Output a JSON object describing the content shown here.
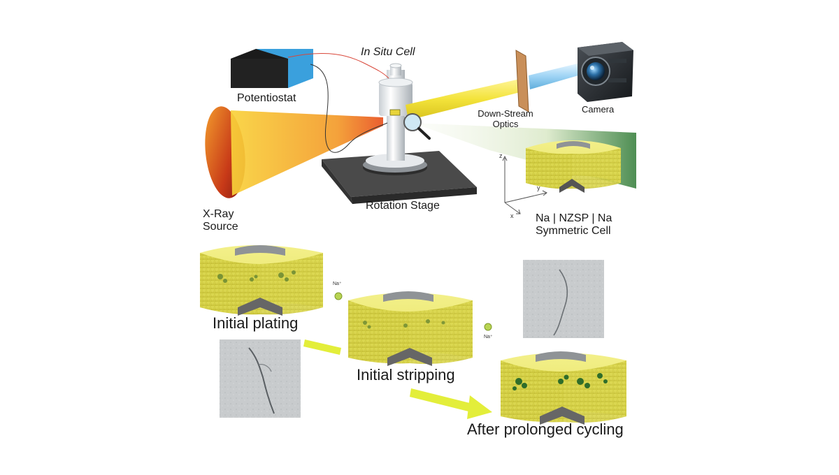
{
  "labels": {
    "in_situ_cell": "In Situ Cell",
    "potentiostat": "Potentiostat",
    "camera": "Camera",
    "down_stream_line1": "Down-Stream",
    "down_stream_line2": "Optics",
    "xray_line1": "X-Ray",
    "xray_line2": "Source",
    "rotation_stage": "Rotation Stage",
    "cell_line1": "Na | NZSP | Na",
    "cell_line2": "Symmetric Cell",
    "initial_plating": "Initial plating",
    "initial_stripping": "Initial stripping",
    "prolonged_cycling": "After prolonged cycling"
  },
  "axes": {
    "x": "x",
    "y": "y",
    "z": "z"
  },
  "ion_label": "Na⁺",
  "colors": {
    "potentiostat_blue": "#3aa0dd",
    "beam_yellow": "#f5e84a",
    "electrolyte_yellow": "#d8d44a",
    "dendrite_green": "#4f7a2e",
    "arrow_yellow": "#e3ee3a",
    "stage_dark": "#3a3a3a"
  }
}
